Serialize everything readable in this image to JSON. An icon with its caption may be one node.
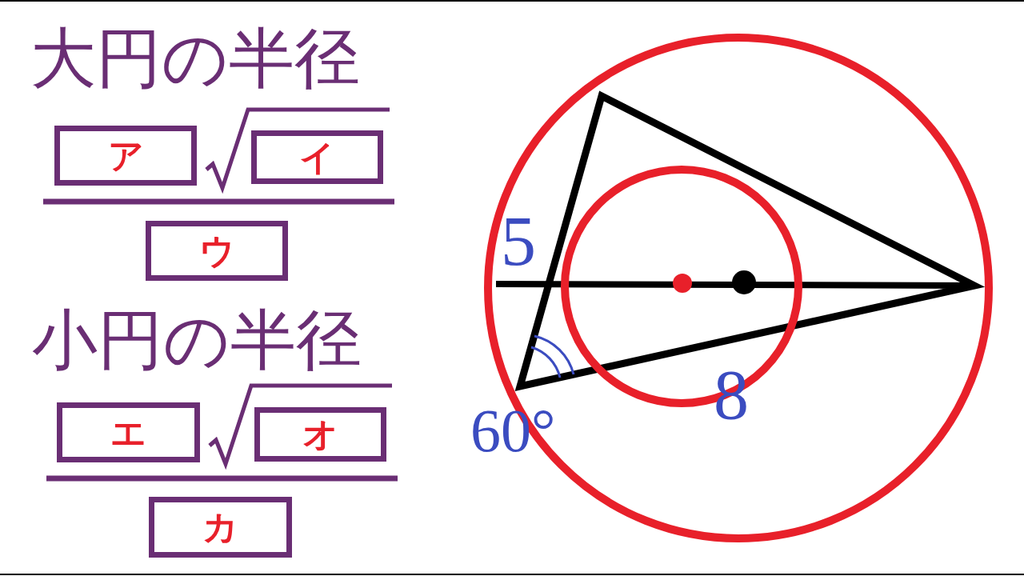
{
  "diagram": {
    "nodes": [
      {
        "text": [
          "ア"
        ]
      },
      {
        "text": [
          "イ"
        ]
      },
      {
        "text": [
          "ウ"
        ]
      },
      {
        "text": [
          "エ"
        ]
      },
      {
        "text": [
          "オ"
        ]
      },
      {
        "text": [
          "カ"
        ]
      }
    ],
    "labels": [
      "大円の半径",
      "小円の半径",
      "5",
      "8",
      "60°"
    ]
  }
}
